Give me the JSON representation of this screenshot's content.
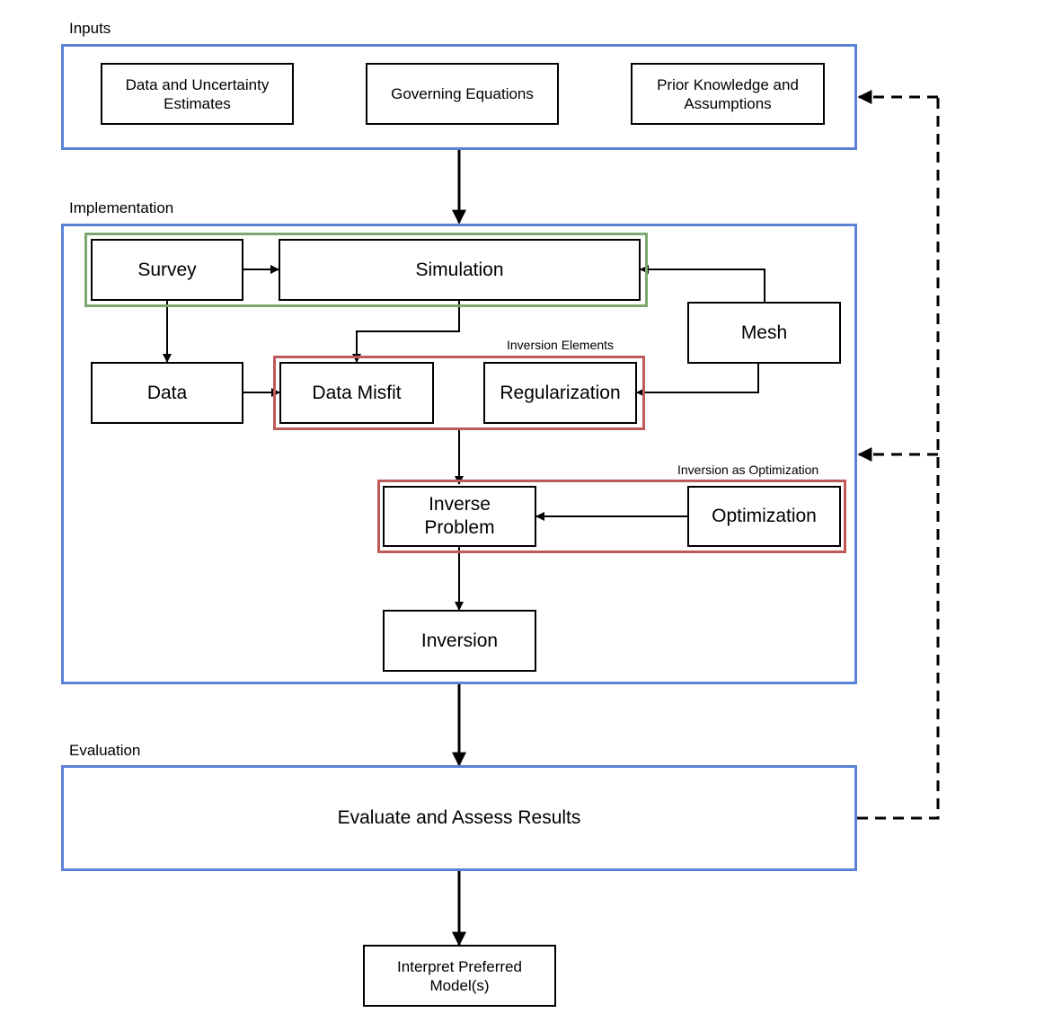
{
  "sections": {
    "inputs": "Inputs",
    "implementation": "Implementation",
    "evaluation": "Evaluation"
  },
  "inputs": {
    "data_uncertainty": "Data and Uncertainty Estimates",
    "governing_equations": "Governing Equations",
    "prior_knowledge": "Prior Knowledge and Assumptions"
  },
  "implementation": {
    "survey": "Survey",
    "simulation": "Simulation",
    "mesh": "Mesh",
    "data": "Data",
    "data_misfit": "Data Misfit",
    "regularization": "Regularization",
    "inverse_problem": "Inverse Problem",
    "optimization": "Optimization",
    "inversion": "Inversion",
    "inversion_elements_label": "Inversion Elements",
    "inversion_optimization_label": "Inversion as Optimization"
  },
  "evaluation": {
    "evaluate_assess": "Evaluate and Assess Results"
  },
  "output": {
    "interpret": "Interpret Preferred Model(s)"
  },
  "colors": {
    "section_border": "#5b82d6",
    "simulation_group_border": "#7ba870",
    "inversion_group_border": "#bf5a5a"
  }
}
